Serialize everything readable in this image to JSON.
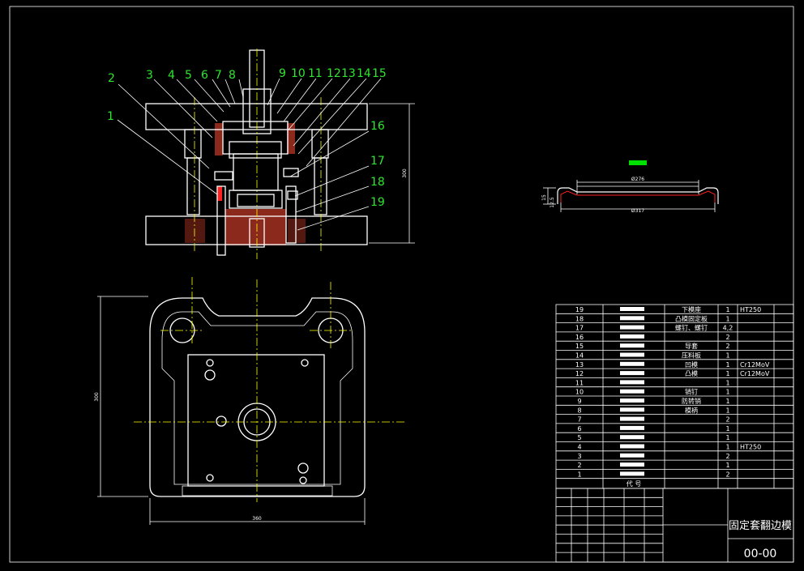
{
  "drawing": {
    "part_labels": [
      "1",
      "2",
      "3",
      "4",
      "5",
      "6",
      "7",
      "8",
      "9",
      "10",
      "11",
      "12",
      "13",
      "14",
      "15",
      "16",
      "17",
      "18",
      "19"
    ],
    "dimension_height_front": "300",
    "dimension_height_top": "300",
    "dimension_width_top": "360",
    "part_dimension_inner": "Ø276",
    "part_dimension_outer": "Ø317",
    "part_dimension_h1": "15",
    "part_dimension_h2": "12.5"
  },
  "bom": {
    "rows": [
      {
        "no": "19",
        "name": "下模座",
        "qty": "1",
        "material": "HT250"
      },
      {
        "no": "18",
        "name": "凸模固定板",
        "qty": "1",
        "material": ""
      },
      {
        "no": "17",
        "name": "螺钉、螺钉",
        "qty": "4,2",
        "material": ""
      },
      {
        "no": "16",
        "name": "",
        "qty": "2",
        "material": ""
      },
      {
        "no": "15",
        "name": "导套",
        "qty": "2",
        "material": ""
      },
      {
        "no": "14",
        "name": "压料板",
        "qty": "1",
        "material": ""
      },
      {
        "no": "13",
        "name": "凹模",
        "qty": "1",
        "material": "Cr12MoV"
      },
      {
        "no": "12",
        "name": "凸模",
        "qty": "1",
        "material": "Cr12MoV"
      },
      {
        "no": "11",
        "name": "",
        "qty": "1",
        "material": ""
      },
      {
        "no": "10",
        "name": "销钉",
        "qty": "1",
        "material": ""
      },
      {
        "no": "9",
        "name": "防转销",
        "qty": "1",
        "material": ""
      },
      {
        "no": "8",
        "name": "模柄",
        "qty": "1",
        "material": ""
      },
      {
        "no": "7",
        "name": "",
        "qty": "2",
        "material": ""
      },
      {
        "no": "6",
        "name": "",
        "qty": "1",
        "material": ""
      },
      {
        "no": "5",
        "name": "",
        "qty": "1",
        "material": ""
      },
      {
        "no": "4",
        "name": "",
        "qty": "1",
        "material": "HT250"
      },
      {
        "no": "3",
        "name": "",
        "qty": "2",
        "material": ""
      },
      {
        "no": "2",
        "name": "",
        "qty": "1",
        "material": ""
      },
      {
        "no": "1",
        "name": "",
        "qty": "2",
        "material": ""
      }
    ],
    "header_code": "代 号"
  },
  "title_block": {
    "title": "固定套翻边模",
    "drawing_number": "00-00"
  },
  "colors": {
    "background": "#000000",
    "line": "#ffffff",
    "label": "#2ee62e",
    "centerline": "#ffff00",
    "hatch": "#8b2a1c",
    "marker": "#00e000"
  }
}
